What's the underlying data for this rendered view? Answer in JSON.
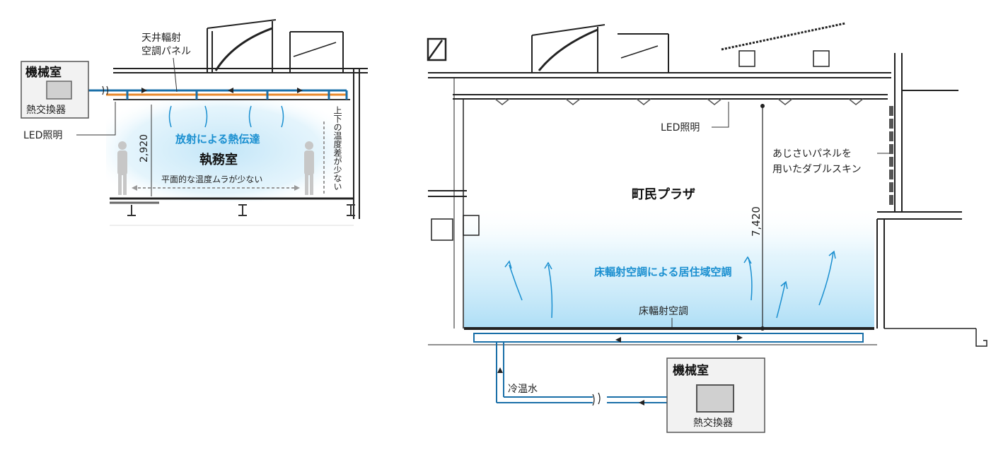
{
  "left_diagram": {
    "machine_room": "機械室",
    "heat_exchanger": "熱交換器",
    "ceiling_panel_line1": "天井輻射",
    "ceiling_panel_line2": "空調パネル",
    "led_lighting": "LED照明",
    "radiant_heat_transfer": "放射による熱伝達",
    "room_name": "執務室",
    "height_dimension": "2,920",
    "floor_note": "平面的な温度ムラが少ない",
    "vertical_note": "上下の温度差が少ない"
  },
  "right_diagram": {
    "led_lighting": "LED照明",
    "double_skin_line1": "あじさいパネルを",
    "double_skin_line2": "用いたダブルスキン",
    "room_name": "町民プラザ",
    "height_dimension": "7,420",
    "floor_radiant_zone": "床輻射空調による居住域空調",
    "floor_radiant": "床輻射空調",
    "cold_hot_water": "冷温水",
    "machine_room": "機械室",
    "heat_exchanger": "熱交換器"
  },
  "colors": {
    "pipe_blue": "#1a6fa8",
    "pipe_orange": "#e8882a",
    "accent_text": "#1a8fd0",
    "glow": "#bfe4f7"
  }
}
